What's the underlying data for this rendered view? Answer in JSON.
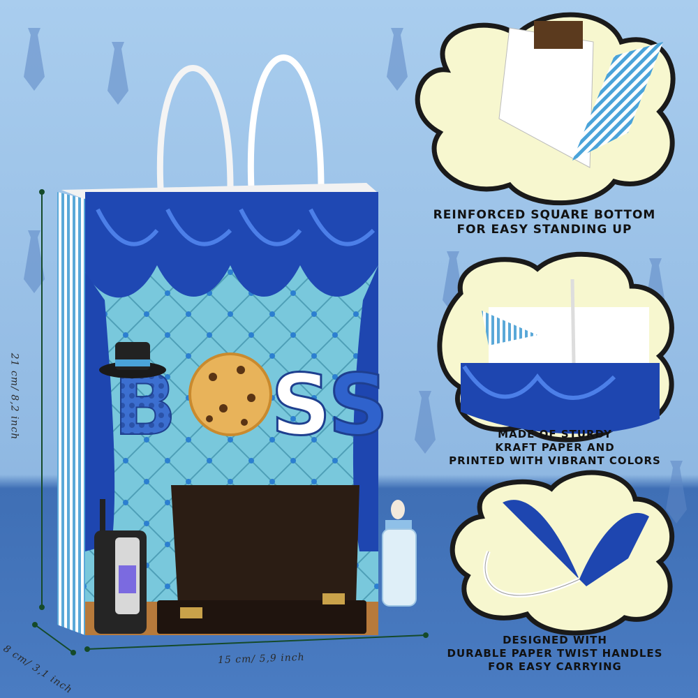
{
  "brand_colors": {
    "background_top": "#9cc2e6",
    "background_bottom": "#3f6fb5",
    "curtain_blue": "#1d44a8",
    "bag_panel": "#6fc3dc",
    "cloud_fill": "#f7f7cf"
  },
  "bag": {
    "title_letters": [
      "B",
      "O",
      "S",
      "S"
    ]
  },
  "dimensions": {
    "height": "21 cm/ 8,2 inch",
    "depth": "8 cm/ 3,1 inch",
    "width": "15 cm/ 5,9 inch"
  },
  "features": [
    {
      "line1": "Reinforced square bottom",
      "line2": "for easy standing up",
      "line3": ""
    },
    {
      "line1": "Made of sturdy",
      "line2": "kraft paper and",
      "line3": "printed with vibrant colors"
    },
    {
      "line1": "Designed with",
      "line2": "durable paper twist handles",
      "line3": "for easy carrying"
    }
  ]
}
